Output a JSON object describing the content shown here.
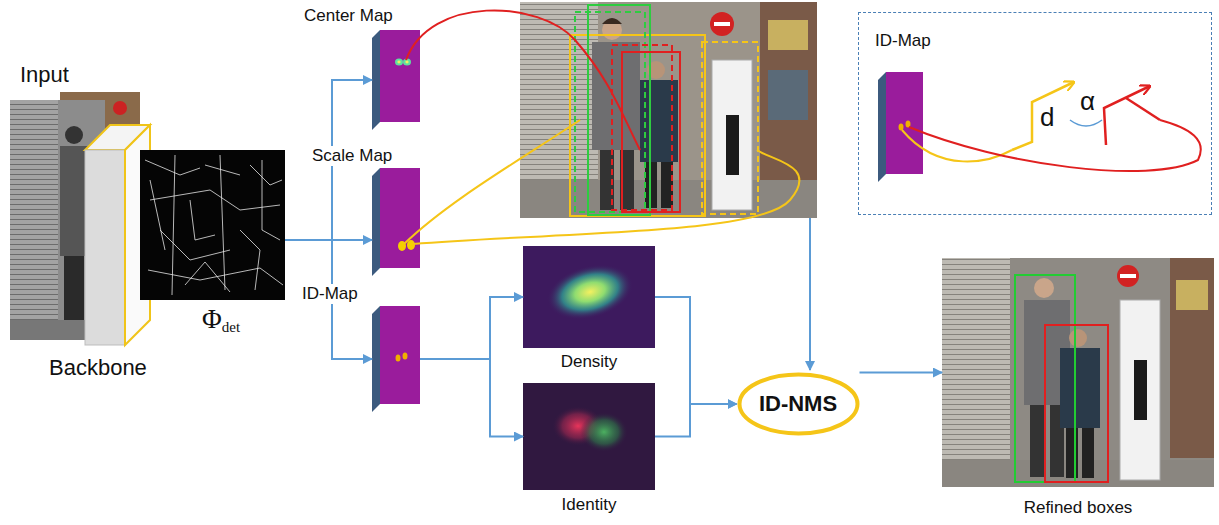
{
  "diagram": {
    "nodes": [
      {
        "text": [
          "Input"
        ]
      },
      {
        "text": [
          "Backbone"
        ]
      },
      {
        "text": [
          "Φ",
          "det"
        ]
      },
      {
        "text": [
          "Center Map"
        ]
      },
      {
        "text": [
          "Scale Map"
        ]
      },
      {
        "text": [
          "ID-Map"
        ]
      },
      {
        "text": [
          "Density"
        ]
      },
      {
        "text": [
          "Identity"
        ]
      },
      {
        "text": [
          "ID-NMS"
        ]
      },
      {
        "text": [
          "Refined boxes"
        ]
      },
      {
        "text": [
          "ID-Map"
        ]
      }
    ],
    "edges": [
      {
        "from": 2,
        "to": 3,
        "arrow": "to"
      },
      {
        "from": 2,
        "to": 4,
        "arrow": "to"
      },
      {
        "from": 2,
        "to": 5,
        "arrow": "to"
      },
      {
        "from": 5,
        "to": 6,
        "arrow": "to"
      },
      {
        "from": 5,
        "to": 7,
        "arrow": "to"
      },
      {
        "from": 6,
        "to": 8,
        "arrow": "to"
      },
      {
        "from": 7,
        "to": 8,
        "arrow": "to"
      },
      {
        "from": 8,
        "to": 9,
        "arrow": "to"
      }
    ],
    "labels": [
      "d",
      "α"
    ]
  }
}
